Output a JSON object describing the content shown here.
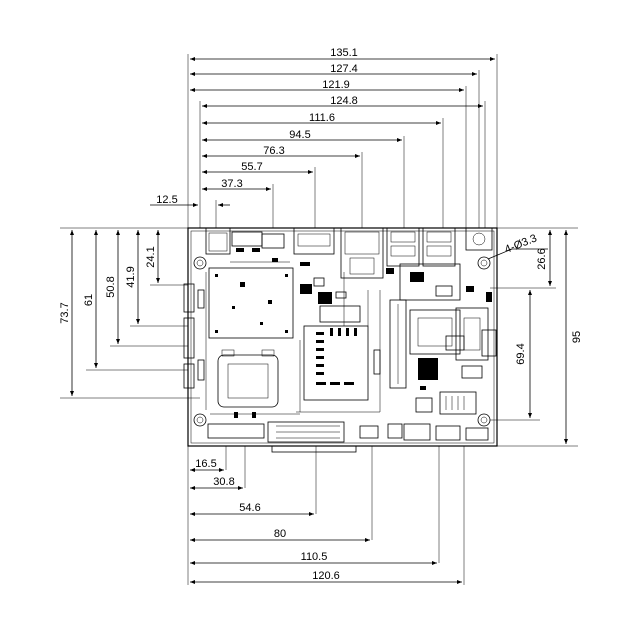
{
  "drawing": {
    "top_dims": [
      {
        "label": "135.1"
      },
      {
        "label": "127.4"
      },
      {
        "label": "121.9"
      },
      {
        "label": "124.8"
      },
      {
        "label": "111.6"
      },
      {
        "label": "94.5"
      },
      {
        "label": "76.3"
      },
      {
        "label": "55.7"
      },
      {
        "label": "37.3"
      },
      {
        "label": "12.5"
      }
    ],
    "left_dims": [
      {
        "label": "73.7"
      },
      {
        "label": "61"
      },
      {
        "label": "50.8"
      },
      {
        "label": "41.9"
      },
      {
        "label": "24.1"
      }
    ],
    "right_dims": [
      {
        "label": "95"
      },
      {
        "label": "69.4"
      },
      {
        "label": "26.6"
      }
    ],
    "hole_callout": "4-Ø3.3",
    "bottom_dims": [
      {
        "label": "16.5"
      },
      {
        "label": "30.8"
      },
      {
        "label": "54.6"
      },
      {
        "label": "80"
      },
      {
        "label": "110.5"
      },
      {
        "label": "120.6"
      }
    ]
  }
}
